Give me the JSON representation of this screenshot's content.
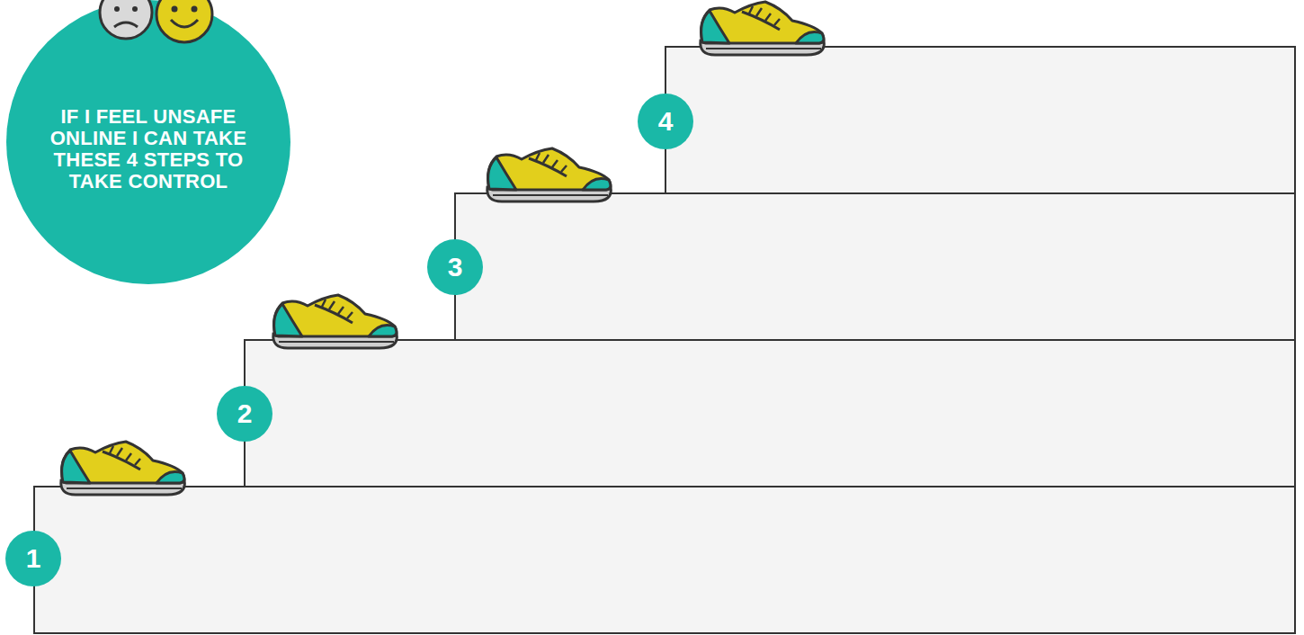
{
  "diagram": {
    "nodes": [
      {
        "text": [
          "IF I FEEL UNSAFE ONLINE I CAN TAKE THESE 4 STEPS TO TAKE CONTROL"
        ]
      },
      {
        "text": [
          "1"
        ]
      },
      {
        "text": [
          "2"
        ]
      },
      {
        "text": [
          "3"
        ]
      },
      {
        "text": [
          "4"
        ]
      }
    ]
  }
}
